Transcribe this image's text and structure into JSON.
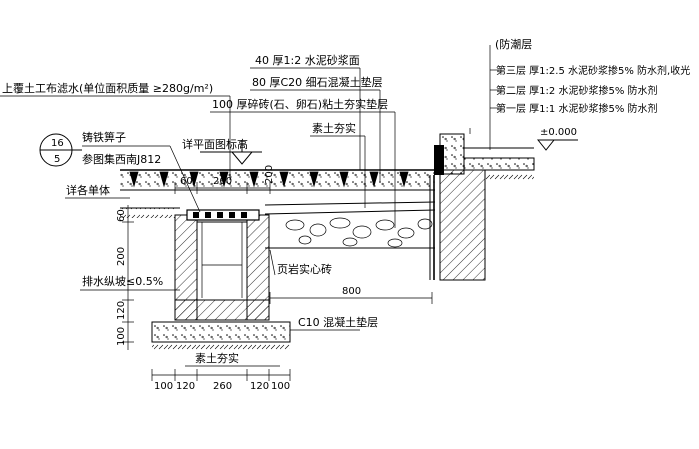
{
  "labels": {
    "layer_top": "40 厚1:2 水泥砂浆面",
    "layer_80": "80 厚C20 细石混凝土垫层",
    "layer_100": "100 厚碎砖(石、卵石)粘土夯实垫层",
    "rammed_earth_right": "素土夯实",
    "geotextile": "上覆土工布滤水(单位面积质量 ≥280g/m²)",
    "grate": "铸铁箅子",
    "ref_atlas": "参图集西南J812",
    "elevation_note": "详平面图标高",
    "detail_unit": "详各单体",
    "slope": "排水纵坡≤0.5%",
    "brick": "页岩实心砖",
    "concrete_base": "C10 混凝土垫层",
    "rammed_earth_bottom": "素土夯实",
    "moisture_title": "(防潮层",
    "moisture_3": "第三层 厚1:2.5 水泥砂浆掺5% 防水剂,收光",
    "moisture_2": "第二层 厚1:2 水泥砂浆掺5% 防水剂",
    "moisture_1": "第一层 厚1:1 水泥砂浆掺5% 防水剂",
    "elev_zero": "±0.000"
  },
  "index_symbol": {
    "top": "16",
    "bottom": "5"
  },
  "dims": {
    "top_60": "60",
    "top_260": "260",
    "top_200": "200",
    "v_60": "60",
    "v_200": "200",
    "v_120": "120",
    "v_100": "100",
    "span_800": "800",
    "b1": "100",
    "b2": "120",
    "b3": "260",
    "b4": "120",
    "b5": "100"
  }
}
